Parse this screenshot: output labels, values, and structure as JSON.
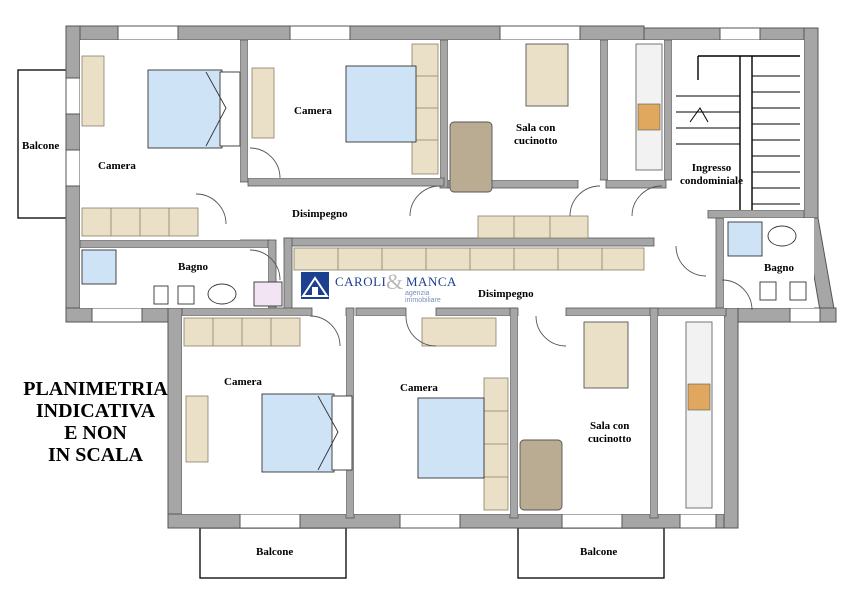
{
  "rooms": {
    "balcone_left": "Balcone",
    "camera_1": "Camera",
    "camera_2": "Camera",
    "sala_top": [
      "Sala con",
      "cucinotto"
    ],
    "ingresso": [
      "Ingresso",
      "condominiale"
    ],
    "disimpegno_top": "Disimpegno",
    "bagno_left": "Bagno",
    "bagno_right": "Bagno",
    "disimpegno_mid": "Disimpegno",
    "camera_3": "Camera",
    "camera_4": "Camera",
    "sala_bottom": [
      "Sala con",
      "cucinotto"
    ],
    "balcone_bottom_1": "Balcone",
    "balcone_bottom_2": "Balcone"
  },
  "note": [
    "PLANIMETRIA",
    "INDICATIVA",
    "E NON",
    "IN SCALA"
  ],
  "logo": {
    "left": "CAROLI",
    "ampersand": "&",
    "right": "MANCA",
    "subtitle": "agenzia immobiliare"
  },
  "colors": {
    "wall": "#a6a6a6",
    "wall_edge": "#555555",
    "bed": "#cfe3f6",
    "wardrobe": "#eae0c7",
    "tile": "#cfe3f6",
    "brand": "#1c3f8f"
  }
}
